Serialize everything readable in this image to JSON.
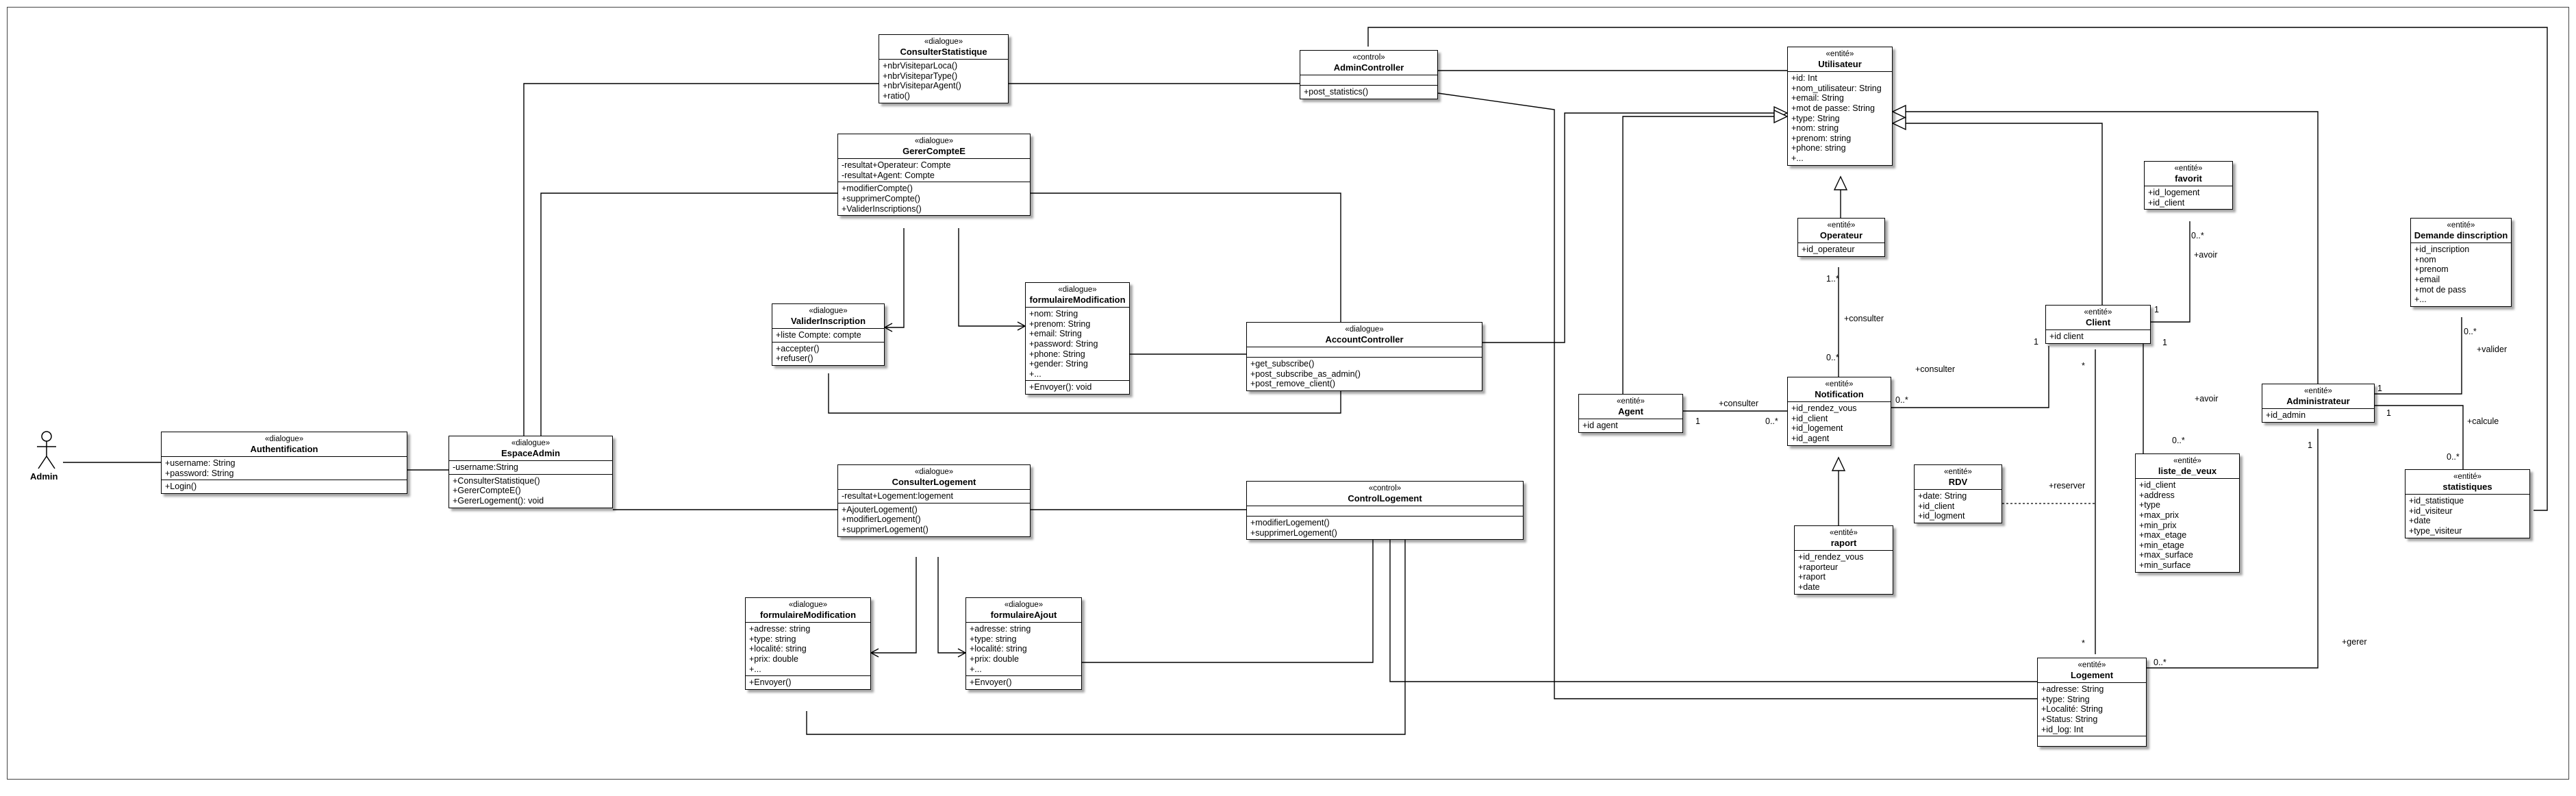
{
  "actor": {
    "name": "Admin"
  },
  "classes": {
    "consulter_statistique": {
      "stereotype": "«dialogue»",
      "name": "ConsulterStatistique",
      "sections": [
        [
          "+nbrVisiteparLoca()",
          "+nbrVisiteparType()",
          "+nbrVisiteparAgent()",
          "+ratio()"
        ]
      ]
    },
    "gerer_compte": {
      "stereotype": "«dialogue»",
      "name": "GererCompteE",
      "sections": [
        [
          "-resultat+Operateur: Compte",
          "-resultat+Agent: Compte"
        ],
        [
          "+modifierCompte()",
          "+supprimerCompte()",
          "+ValiderInscriptions()"
        ]
      ]
    },
    "admin_controller": {
      "stereotype": "«control»",
      "name": "AdminController",
      "sections": [
        [],
        [
          "+post_statistics()"
        ]
      ]
    },
    "utilisateur": {
      "stereotype": "«entité»",
      "name": "Utilisateur",
      "sections": [
        [
          "+id: Int",
          "+nom_utilisateur: String",
          "+email: String",
          "+mot de passe: String",
          "+type: String",
          "+nom: string",
          "+prenom: string",
          "+phone: string",
          "+..."
        ]
      ]
    },
    "favorit": {
      "stereotype": "«entité»",
      "name": "favorit",
      "sections": [
        [
          "+id_logement",
          "+id_client"
        ]
      ]
    },
    "operateur": {
      "stereotype": "«entité»",
      "name": "Operateur",
      "sections": [
        [
          "+id_operateur"
        ]
      ]
    },
    "demande_inscription": {
      "stereotype": "«entité»",
      "name": "Demande dinscription",
      "sections": [
        [
          "+id_inscription",
          "+nom",
          "+prenom",
          "+email",
          "+mot de pass",
          "+..."
        ]
      ]
    },
    "formulaire_modification_1": {
      "stereotype": "«dialogue»",
      "name": "formulaireModification",
      "sections": [
        [
          "+nom: String",
          "+prenom: String",
          "+email: String",
          "+password: String",
          "+phone: String",
          "+gender: String",
          "+..."
        ],
        [
          "+Envoyer(): void"
        ]
      ]
    },
    "valider_inscription": {
      "stereotype": "«dialogue»",
      "name": "ValiderInscription",
      "sections": [
        [
          "+liste Compte: compte"
        ],
        [
          "+accepter()",
          "+refuser()"
        ]
      ]
    },
    "account_controller": {
      "stereotype": "«dialogue»",
      "name": "AccountController",
      "sections": [
        [],
        [
          "+get_subscribe()",
          "+post_subscribe_as_admin()",
          "+post_remove_client()"
        ]
      ]
    },
    "client": {
      "stereotype": "«entité»",
      "name": "Client",
      "sections": [
        [
          "+id client"
        ]
      ]
    },
    "agent": {
      "stereotype": "«entité»",
      "name": "Agent",
      "sections": [
        [
          "+id agent"
        ]
      ]
    },
    "notification": {
      "stereotype": "«entité»",
      "name": "Notification",
      "sections": [
        [
          "+id_rendez_vous",
          "+id_client",
          "+id_logement",
          "+id_agent"
        ]
      ]
    },
    "authentification": {
      "stereotype": "«dialogue»",
      "name": "Authentification",
      "sections": [
        [
          "+username: String",
          "+password: String"
        ],
        [
          "+Login()"
        ]
      ]
    },
    "espace_admin": {
      "stereotype": "«dialogue»",
      "name": "EspaceAdmin",
      "sections": [
        [
          "-username:String"
        ],
        [
          "+ConsulterStatistique()",
          "+GererCompteE()",
          "+GererLogement(): void"
        ]
      ]
    },
    "administrateur": {
      "stereotype": "«entité»",
      "name": "Administrateur",
      "sections": [
        [
          "+id_admin"
        ]
      ]
    },
    "liste_de_veux": {
      "stereotype": "«entité»",
      "name": "liste_de_veux",
      "sections": [
        [
          "+id_client",
          "+address",
          "+type",
          "+max_prix",
          "+min_prix",
          "+max_etage",
          "+min_etage",
          "+max_surface",
          "+min_surface"
        ]
      ]
    },
    "rdv": {
      "stereotype": "«entité»",
      "name": "RDV",
      "sections": [
        [
          "+date: String",
          "+id_client",
          "+id_logment"
        ]
      ]
    },
    "consulter_logement": {
      "stereotype": "«dialogue»",
      "name": "ConsulterLogement",
      "sections": [
        [
          "-resultat+Logement:logement"
        ],
        [
          "+AjouterLogement()",
          "+modifierLogement()",
          "+supprimerLogement()"
        ]
      ]
    },
    "control_logement": {
      "stereotype": "«control»",
      "name": "ControlLogement",
      "sections": [
        [],
        [
          "+modifierLogement()",
          "+supprimerLogement()"
        ]
      ]
    },
    "statistiques": {
      "stereotype": "«entité»",
      "name": "statistiques",
      "sections": [
        [
          "+id_statistique",
          "+id_visiteur",
          "+date",
          "+type_visiteur"
        ]
      ]
    },
    "raport": {
      "stereotype": "«entité»",
      "name": "raport",
      "sections": [
        [
          "+id_rendez_vous",
          "+raporteur",
          "+raport",
          "+date"
        ]
      ]
    },
    "formulaire_modification_2": {
      "stereotype": "«dialogue»",
      "name": "formulaireModification",
      "sections": [
        [
          "+adresse: string",
          "+type: string",
          "+localité: string",
          "+prix: double",
          "+..."
        ],
        [
          "+Envoyer()"
        ]
      ]
    },
    "formulaire_ajout": {
      "stereotype": "«dialogue»",
      "name": "formulaireAjout",
      "sections": [
        [
          "+adresse: string",
          "+type: string",
          "+localité: string",
          "+prix: double",
          "+..."
        ],
        [
          "+Envoyer()"
        ]
      ]
    },
    "logement": {
      "stereotype": "«entité»",
      "name": "Logement",
      "sections": [
        [
          "+adresse: String",
          "+type: String",
          "+Localité: String",
          "+Status: String",
          "+id_log: Int"
        ],
        []
      ]
    }
  },
  "labels": {
    "consulter_notif": "+consulter",
    "mult_1_star": "1..*",
    "mult_0_star_a": "0..*",
    "consulter_client": "+consulter",
    "mult_0_star_b": "0..*",
    "mult_1_a": "1",
    "consulter_agent": "+consulter",
    "mult_1_b": "1",
    "mult_0_star_c": "0..*",
    "avoir_favorit": "+avoir",
    "mult_0_star_d": "0..*",
    "mult_1_c": "1",
    "avoir_liste": "+avoir",
    "mult_1_d": "1",
    "mult_0_star_e": "0..*",
    "star_a": "*",
    "reserver": "+reserver",
    "star_b": "*",
    "valider": "+valider",
    "mult_0_star_f": "0..*",
    "mult_1_e": "1",
    "calcule": "+calcule",
    "mult_1_f": "1",
    "mult_0_star_g": "0..*",
    "mult_1_g": "1",
    "gerer": "+gerer",
    "mult_0_star_h": "0..*"
  }
}
